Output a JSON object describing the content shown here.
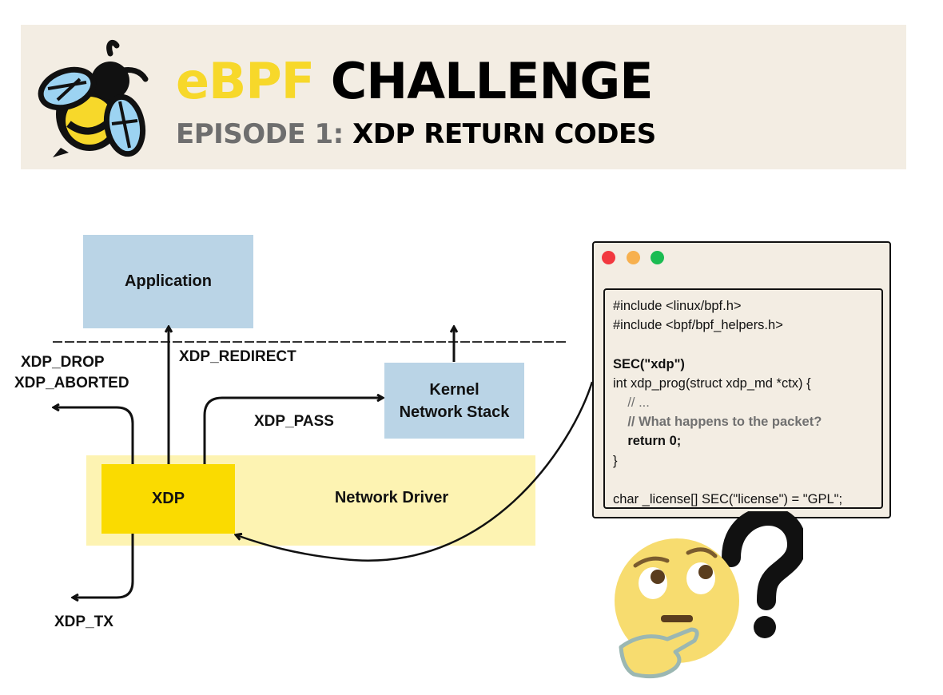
{
  "header": {
    "title_part1": "eBPF",
    "title_part2": "CHALLENGE",
    "subtitle_part1": "EPISODE 1:",
    "subtitle_part2": "XDP RETURN CODES"
  },
  "diagram": {
    "application_label": "Application",
    "kernel_label_line1": "Kernel",
    "kernel_label_line2": "Network Stack",
    "driver_label": "Network Driver",
    "xdp_label": "XDP",
    "edges": {
      "drop": "XDP_DROP",
      "aborted": "XDP_ABORTED",
      "redirect": "XDP_REDIRECT",
      "pass": "XDP_PASS",
      "tx": "XDP_TX"
    }
  },
  "code_window": {
    "lines": [
      "#include <linux/bpf.h>",
      "#include <bpf/bpf_helpers.h>",
      "",
      "SEC(\"xdp\")",
      "int xdp_prog(struct xdp_md *ctx) {",
      "    // ...",
      "    // What happens to the packet?",
      "    return 0;",
      "}",
      "",
      "char _license[] SEC(\"license\") = \"GPL\";"
    ]
  },
  "colors": {
    "banner_bg": "#f3ede3",
    "accent_yellow": "#f7d82a",
    "box_blue": "#bad4e6",
    "driver_yellow": "#fdf3b2",
    "xdp_yellow": "#fadb00"
  },
  "icons": [
    "bee-logo-icon",
    "thinking-face-icon",
    "question-mark-icon",
    "window-close-dot-icon",
    "window-minimize-dot-icon",
    "window-maximize-dot-icon"
  ]
}
